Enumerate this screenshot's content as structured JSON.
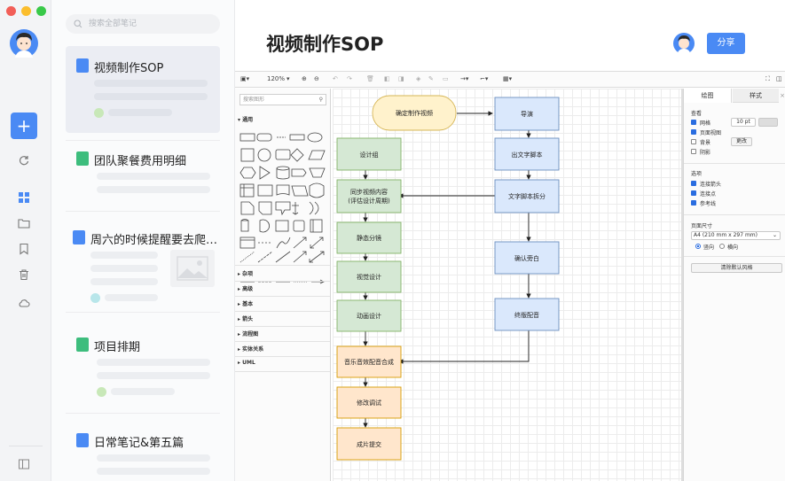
{
  "window": {
    "traffic_colors": [
      "#f25f58",
      "#fbbe2e",
      "#39c949"
    ]
  },
  "rail": {
    "add_label": "+",
    "icons": [
      "sync-icon",
      "grid-icon",
      "folder-icon",
      "bookmark-icon",
      "trash-icon",
      "cloud-icon",
      "sidebar-toggle-icon"
    ]
  },
  "search": {
    "placeholder": "搜索全部笔记"
  },
  "notes": [
    {
      "title": "视频制作SOP",
      "type": "doc",
      "active": true
    },
    {
      "title": "团队聚餐费用明细",
      "type": "sheet"
    },
    {
      "title": "周六的时候提醒要去爬…",
      "type": "doc"
    },
    {
      "title": "项目排期",
      "type": "sheet"
    },
    {
      "title": "日常笔记&第五篇",
      "type": "doc"
    }
  ],
  "document": {
    "title": "视频制作SOP",
    "share_label": "分享"
  },
  "editor": {
    "zoom": "120%",
    "shape_search_placeholder": "搜索图形",
    "sections": [
      "通用",
      "杂项",
      "高级",
      "基本",
      "箭头",
      "流程图",
      "实体关系",
      "UML"
    ],
    "format_tabs": [
      "绘图",
      "样式"
    ],
    "format": {
      "view_label": "查看",
      "grid_label": "网格",
      "grid_value": "10 pt",
      "page_view_label": "页面视图",
      "background_label": "背景",
      "background_button": "更改",
      "shadow_label": "阴影",
      "options_label": "选项",
      "connect_arrows_label": "连接箭头",
      "connect_points_label": "连接点",
      "guides_label": "参考线",
      "page_size_label": "页面尺寸",
      "page_size_value": "A4 (210 mm x 297 mm)",
      "portrait_label": "竖向",
      "landscape_label": "横向",
      "reset_style_button": "清除默认风格"
    }
  },
  "flowchart": {
    "colors": {
      "yellow": "#fff2cc",
      "yellow_border": "#d6b656",
      "blue": "#dae8fc",
      "blue_border": "#6c8ebf",
      "green": "#d5e8d4",
      "green_border": "#82b366",
      "orange": "#ffe6cc",
      "orange_border": "#d79b00"
    },
    "nodes": {
      "start": "确定制作视频",
      "director": "导演",
      "script": "出文字脚本",
      "script_split": "文字脚本拆分",
      "design_team": "设计组",
      "sync1": "同步视频内容",
      "sync2": "(评估设计周期)",
      "storyboard": "静态分镜",
      "vis_design": "视觉设计",
      "anim_design": "动画设计",
      "voice_actor": "确认旁白",
      "final_voice": "终版配音",
      "sound_mix": "音乐音效配音合成",
      "adjust": "修改调试",
      "submit": "成片提交"
    }
  }
}
